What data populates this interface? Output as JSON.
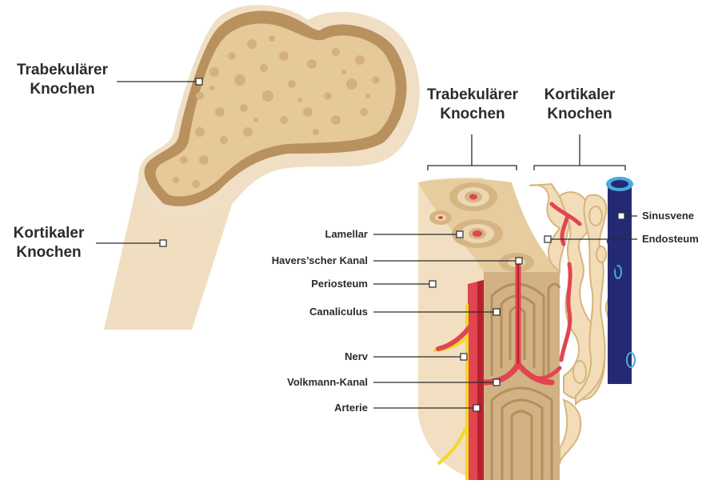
{
  "colors": {
    "bone_light": "#f3e1c4",
    "bone_mid": "#e8cfa4",
    "bone_dark": "#c9a77a",
    "bone_shadow": "#a4835c",
    "artery": "#e04550",
    "artery_dark": "#b8222e",
    "vein": "#232a72",
    "vein_light": "#4aa9de",
    "nerve": "#f5d72a",
    "label_text": "#2b2b2b"
  },
  "femur": {
    "trabecular_label": "Trabekulärer Knochen",
    "trabecular_line1": "Trabekulärer",
    "trabecular_line2": "Knochen",
    "cortical_line1": "Kortikaler",
    "cortical_line2": "Knochen"
  },
  "section": {
    "trabecular_line1": "Trabekulärer",
    "trabecular_line2": "Knochen",
    "cortical_line1": "Kortikaler",
    "cortical_line2": "Knochen"
  },
  "labels_left": {
    "lamellar": "Lamellar",
    "havers": "Havers’scher Kanal",
    "periosteum": "Periosteum",
    "canaliculus": "Canaliculus",
    "nerv": "Nerv",
    "volkmann": "Volkmann-Kanal",
    "arterie": "Arterie"
  },
  "labels_right": {
    "sinusvene": "Sinusvene",
    "endosteum": "Endosteum"
  }
}
